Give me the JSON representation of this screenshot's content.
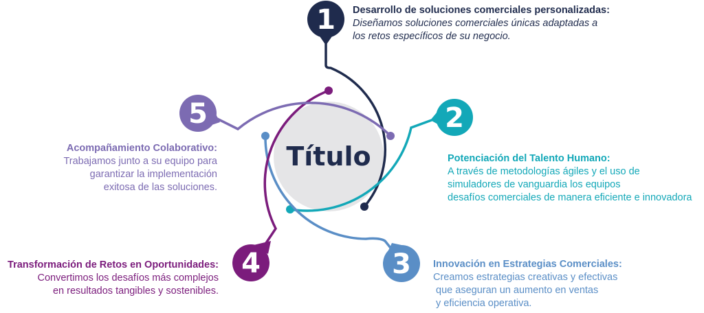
{
  "center": {
    "title": "Título"
  },
  "colors": {
    "navy": "#1f2b4d",
    "teal": "#13a8b8",
    "blue": "#5a8ec6",
    "purple": "#7b1c7c",
    "lavender": "#7c6bb2",
    "center_fill": "#e5e5e7"
  },
  "items": [
    {
      "number": "1",
      "color": "#1f2b4d",
      "heading": "Desarrollo de soluciones comerciales personalizadas:",
      "lines": [
        "Diseñamos soluciones comerciales únicas adaptadas a",
        "los retos específicos de su negocio."
      ]
    },
    {
      "number": "2",
      "color": "#13a8b8",
      "heading": "Potenciación del Talento Humano:",
      "lines": [
        "A través de metodologías ágiles y el uso de",
        "simuladores de vanguardia los equipos",
        "desafíos comerciales de manera eficiente e innovadora"
      ]
    },
    {
      "number": "3",
      "color": "#5a8ec6",
      "heading": "Innovación en Estrategias Comerciales:",
      "lines": [
        "Creamos estrategias creativas y efectivas",
        " que aseguran un aumento en ventas",
        " y eficiencia operativa."
      ]
    },
    {
      "number": "4",
      "color": "#7b1c7c",
      "heading": "Transformación de Retos en Oportunidades:",
      "lines": [
        "Convertimos los desafíos más complejos",
        "en resultados tangibles y sostenibles."
      ]
    },
    {
      "number": "5",
      "color": "#7c6bb2",
      "heading": "Acompañamiento Colaborativo:",
      "lines": [
        "Trabajamos junto a su equipo para",
        "garantizar la implementación",
        "exitosa de las soluciones."
      ]
    }
  ]
}
